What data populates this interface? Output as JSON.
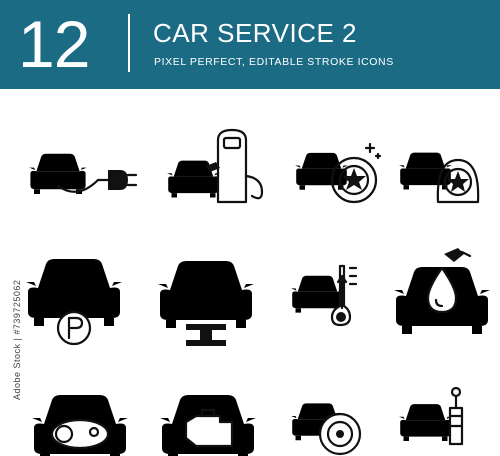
{
  "header": {
    "number": "12",
    "title": "CAR SERVICE 2",
    "subtitle": "PIXEL PERFECT, EDITABLE STROKE ICONS",
    "accent_color": "#1b6b85"
  },
  "stock_id": "Adobe Stock | #739725062",
  "icons": [
    "car-charging-plug-icon",
    "car-charging-station-icon",
    "car-wheel-shine-icon",
    "car-flat-tire-icon",
    "car-parking-icon",
    "car-lift-icon",
    "car-temperature-icon",
    "car-oil-drop-icon",
    "car-timing-belt-icon",
    "car-engine-icon",
    "car-brake-disc-icon",
    "car-shock-absorber-icon"
  ]
}
